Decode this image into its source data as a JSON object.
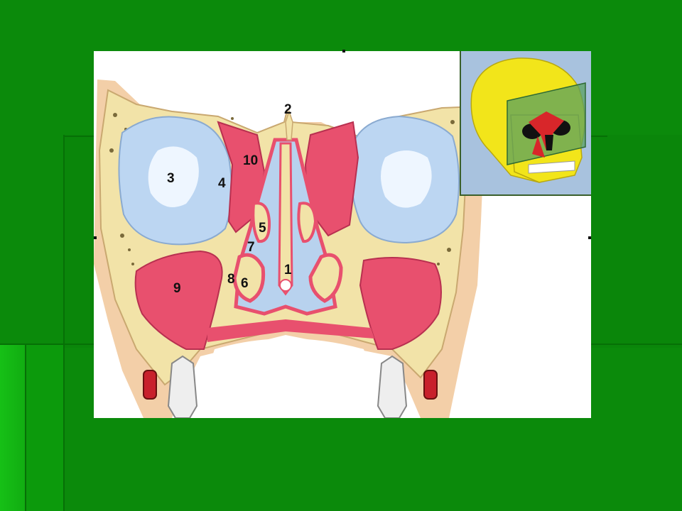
{
  "slide": {
    "background_color": "#0b8a0b",
    "accent_light": "#14b814",
    "accent_dark": "#067006"
  },
  "diagram": {
    "subject": "coronal section of nasal cavity and paranasal sinuses",
    "colors": {
      "bone": "#f2e3a8",
      "mucosa": "#e8506e",
      "orbit": "#bcd6f2",
      "airway": "#b8d2ee",
      "soft_tissue": "#f3cfa8"
    },
    "labels": [
      {
        "id": "label-1",
        "text": "1"
      },
      {
        "id": "label-2",
        "text": "2"
      },
      {
        "id": "label-3",
        "text": "3"
      },
      {
        "id": "label-4",
        "text": "4"
      },
      {
        "id": "label-5",
        "text": "5"
      },
      {
        "id": "label-6",
        "text": "6"
      },
      {
        "id": "label-7",
        "text": "7"
      },
      {
        "id": "label-8",
        "text": "8"
      },
      {
        "id": "label-9",
        "text": "9"
      },
      {
        "id": "label-10",
        "text": "10"
      }
    ]
  },
  "inset": {
    "subject": "skull with coronal section plane",
    "colors": {
      "skull": "#f2e51a",
      "plane": "#5aa060",
      "sinus": "#d8262a",
      "background": "#a8c2de"
    }
  }
}
